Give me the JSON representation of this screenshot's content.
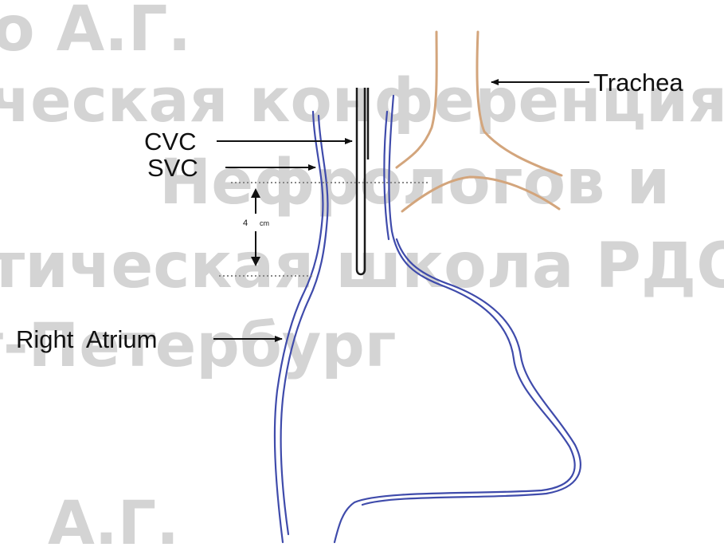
{
  "watermark": {
    "line1": "о А.Г.",
    "line2": "ческая конференция РД",
    "line3": "Нефрологов и",
    "line4": "тическая школа РДО»",
    "line5": "т-Петербург",
    "line6": "А.Г."
  },
  "labels": {
    "trachea": "Trachea",
    "cvc": "CVC",
    "svc": "SVC",
    "right_atrium": "Right  Atrium",
    "distance_value": "4",
    "distance_unit": "cm"
  },
  "colors": {
    "vessel": "#3f4bab",
    "trachea": "#d3a57c",
    "catheter": "#1a1a1a",
    "watermark": "#d4d4d4",
    "text": "#111111"
  }
}
